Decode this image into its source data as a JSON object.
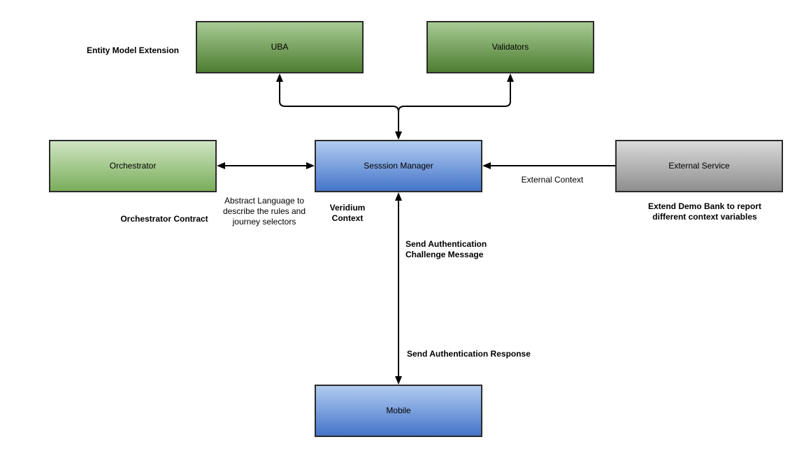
{
  "nodes": {
    "uba": {
      "label": "UBA"
    },
    "validators": {
      "label": "Validators"
    },
    "orchestrator": {
      "label": "Orchestrator"
    },
    "session_manager": {
      "label": "Sesssion Manager"
    },
    "external_service": {
      "label": "External Service"
    },
    "mobile": {
      "label": "Mobile"
    }
  },
  "annotations": {
    "entity_model_extension": "Entity Model Extension",
    "orchestrator_contract": "Orchestrator Contract",
    "abstract_language": [
      "Abstract Language to",
      "describe the rules and",
      "journey selectors"
    ],
    "veridium_context": [
      "Veridium",
      "Context"
    ],
    "external_context": "External Context",
    "extend_demo_bank": [
      "Extend Demo Bank to report",
      "different context variables"
    ],
    "send_auth_challenge": [
      "Send Authentication",
      "Challenge Message"
    ],
    "send_auth_response": "Send Authentication Response"
  },
  "colors": {
    "green_dark_top": "#a7cb95",
    "green_dark_bottom": "#4e7d31",
    "green_light_top": "#cfe5c3",
    "green_light_bottom": "#7aad5a",
    "blue_top": "#b2ccf1",
    "blue_bottom": "#4474c8",
    "gray_top": "#dadada",
    "gray_bottom": "#8e8e8e",
    "node_border": "#2b2b2b",
    "arrow": "#000000",
    "background": "#ffffff"
  }
}
